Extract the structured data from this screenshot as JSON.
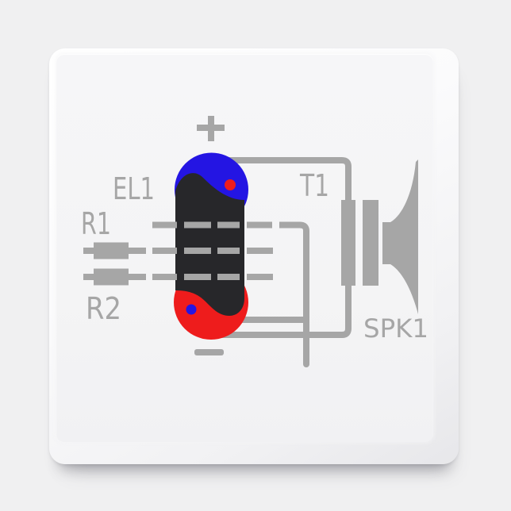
{
  "colors": {
    "gray": "#a6a6a6",
    "blue": "#2415e3",
    "red": "#ee1c1c",
    "black": "#27272a",
    "magnet_face": "#f4f4f5",
    "page_background": "#f0f0f1"
  },
  "schematic": {
    "labels": {
      "el1": "EL1",
      "r1": "R1",
      "r2": "R2",
      "t1": "T1",
      "spk1": "SPK1"
    },
    "symbols": {
      "plus": "+",
      "minus": "−"
    }
  }
}
